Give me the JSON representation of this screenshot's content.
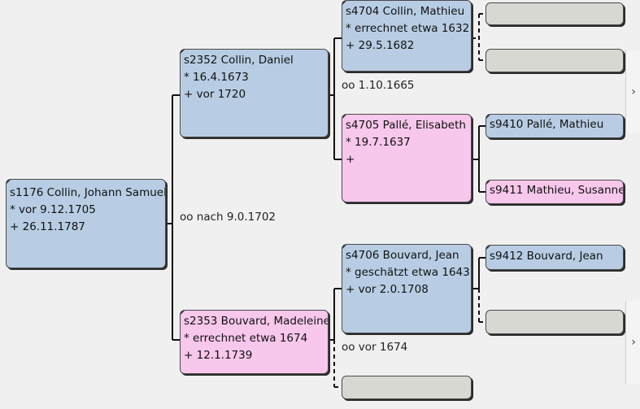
{
  "people": {
    "root": {
      "lines": [
        "s1176 Collin, Johann Samuel",
        "* vor 9.12.1705",
        "+ 26.11.1787"
      ]
    },
    "father": {
      "lines": [
        "s2352 Collin, Daniel",
        "* 16.4.1673",
        "+ vor 1720"
      ]
    },
    "mother": {
      "lines": [
        "s2353 Bouvard, Madeleine",
        "* errechnet etwa 1674",
        "+ 12.1.1739"
      ]
    },
    "ff": {
      "lines": [
        "s4704 Collin, Mathieu",
        "* errechnet etwa 1632",
        "+ 29.5.1682"
      ]
    },
    "fm": {
      "lines": [
        "s4705 Pallé, Elisabeth",
        "* 19.7.1637",
        "+"
      ]
    },
    "mf": {
      "lines": [
        "s4706 Bouvard, Jean",
        "* geschätzt etwa 1643",
        "+ vor 2.0.1708"
      ]
    },
    "fmf": {
      "lines": [
        "s9410 Pallé, Mathieu"
      ]
    },
    "fmm": {
      "lines": [
        "s9411 Mathieu, Susanne"
      ]
    },
    "mff": {
      "lines": [
        "s9412 Bouvard, Jean"
      ]
    }
  },
  "marriages": {
    "root_parents": "oo nach 9.0.1702",
    "father_parents": "oo 1.10.1665",
    "mother_parents": "oo vor 1674"
  },
  "scroll": {
    "label": "›",
    "icon": "chevron-right-icon"
  },
  "colors": {
    "male": "#b8cde4",
    "female": "#f8c7ec",
    "empty": "#d7d8d2",
    "connector": "#111111"
  }
}
